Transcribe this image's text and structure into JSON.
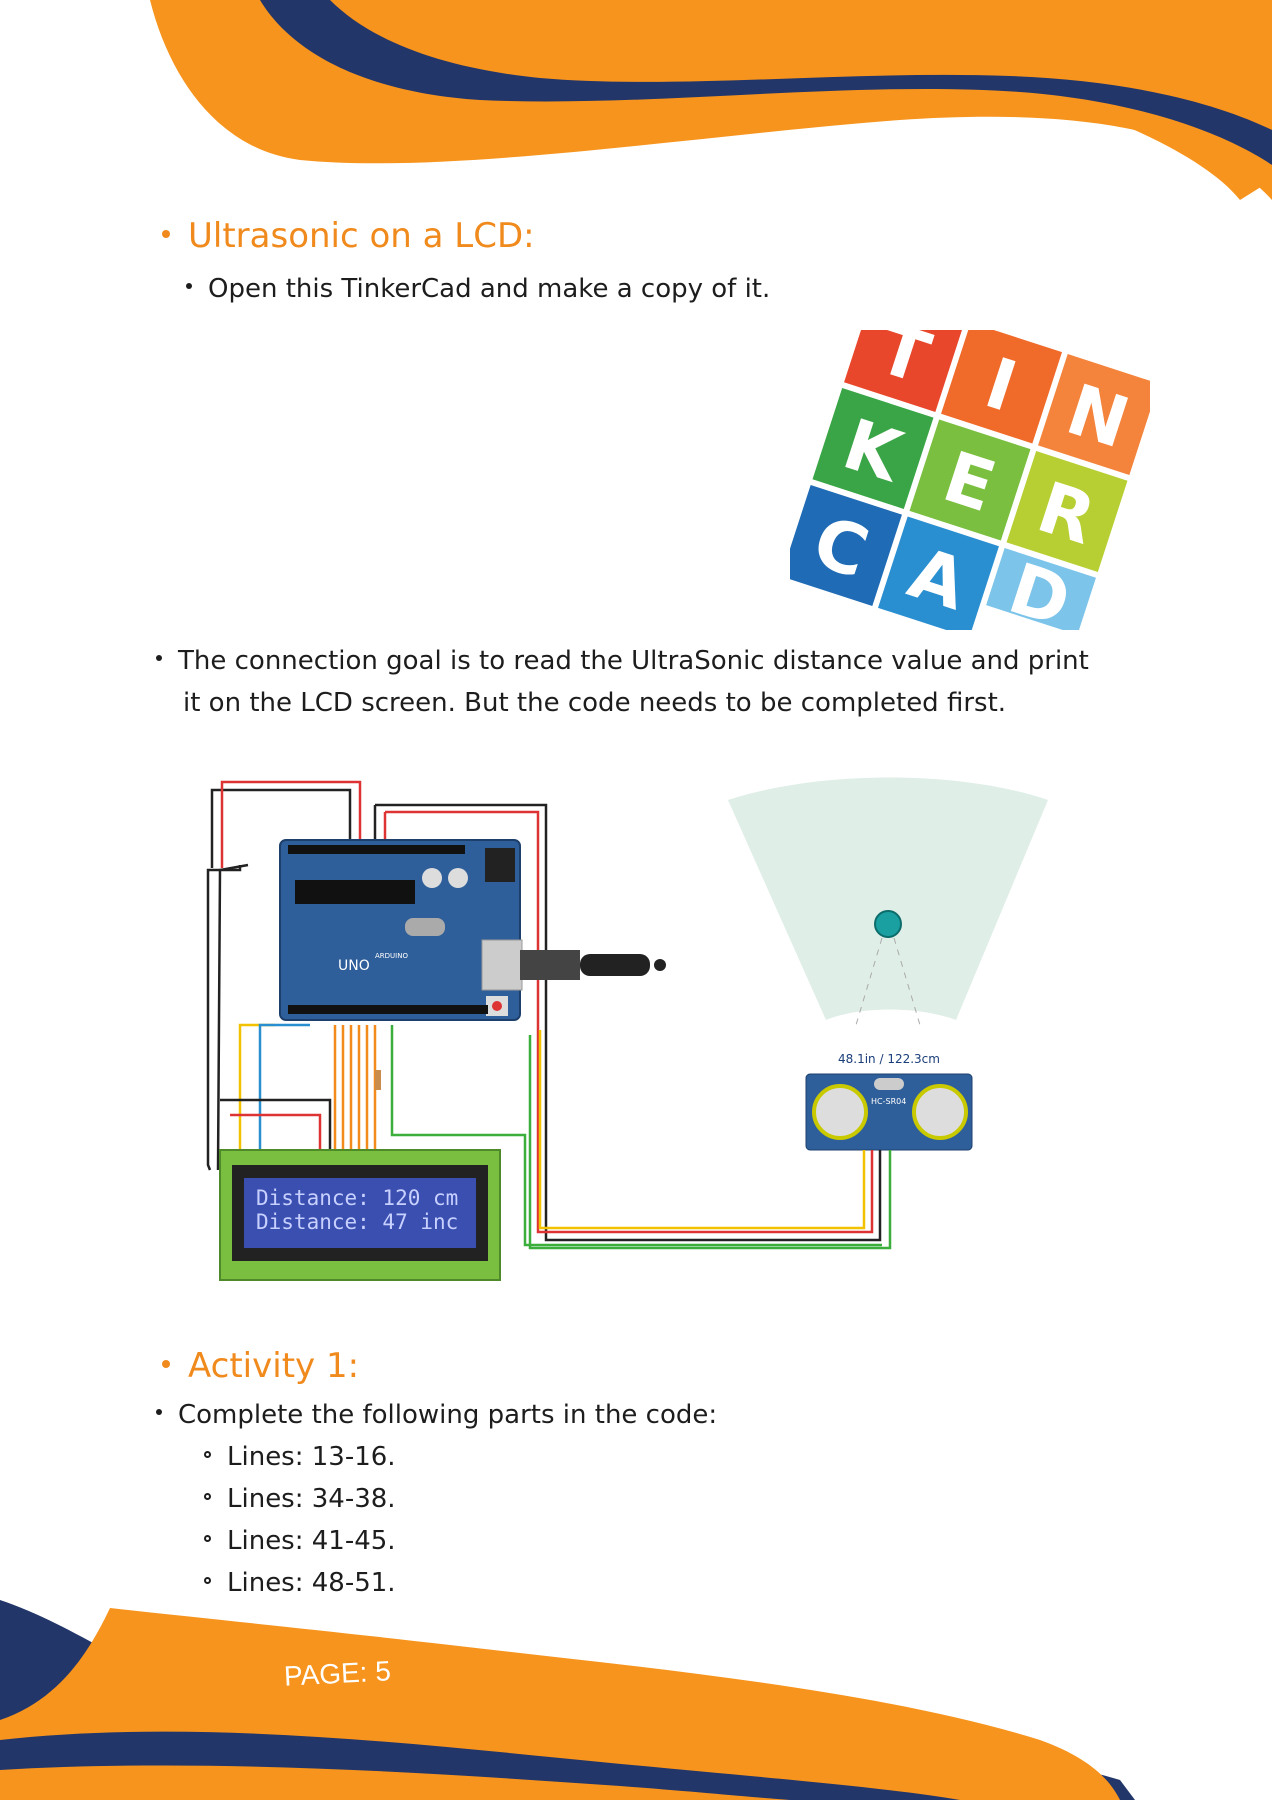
{
  "section1": {
    "heading": "Ultrasonic on a LCD:",
    "bullet1": "Open this TinkerCad and make a copy of it.",
    "bullet2_line1": "The connection goal is to read the UltraSonic distance value and print",
    "bullet2_line2": "it on the LCD screen. But the code needs to be completed first."
  },
  "logo": {
    "letters": [
      "T",
      "I",
      "N",
      "K",
      "E",
      "R",
      "C",
      "A",
      "D"
    ]
  },
  "circuit": {
    "lcd_line1": "Distance: 120 cm",
    "lcd_line2": "Distance: 47 inc",
    "sensor_reading": "48.1in / 122.3cm",
    "sensor_model": "HC-SR04",
    "board_label": "UNO",
    "board_brand": "ARDUINO"
  },
  "activity": {
    "heading": "Activity 1:",
    "intro": "Complete the following parts in the code:",
    "items": [
      "Lines: 13-16.",
      "Lines: 34-38.",
      "Lines: 41-45.",
      "Lines: 48-51."
    ]
  },
  "footer": {
    "page": "PAGE: 5"
  },
  "colors": {
    "orange": "#f7941d",
    "navy": "#22366a",
    "heading": "#f08a1c"
  }
}
